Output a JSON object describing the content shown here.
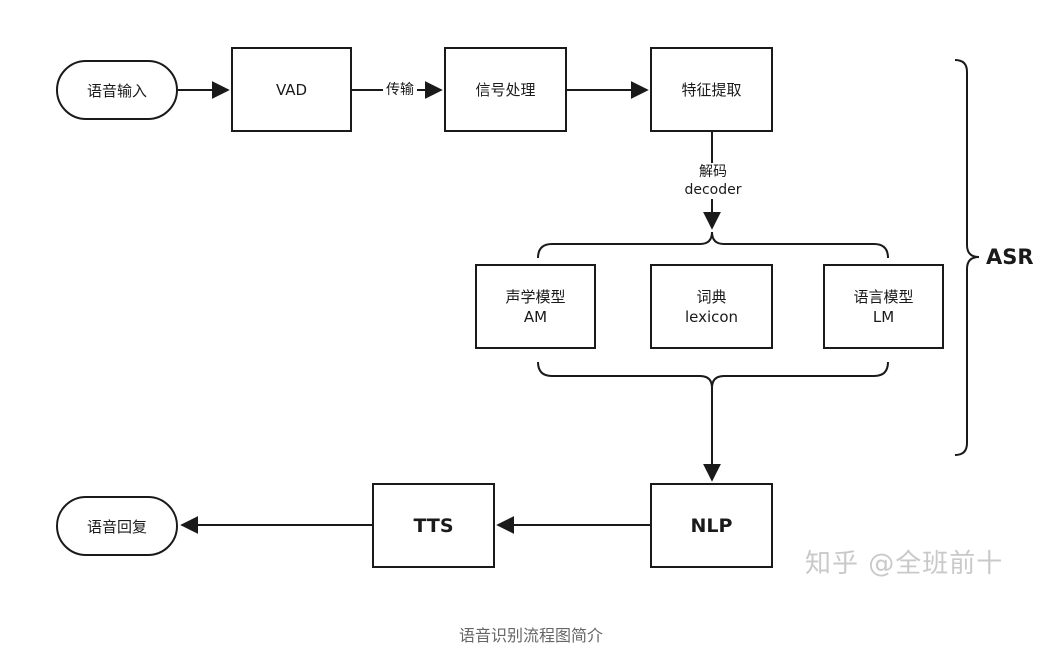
{
  "nodes": {
    "speech_input": "语音输入",
    "vad": "VAD",
    "signal_processing": "信号处理",
    "feature_extraction": "特征提取",
    "acoustic_model": {
      "line1": "声学模型",
      "line2": "AM"
    },
    "lexicon": {
      "line1": "词典",
      "line2": "lexicon"
    },
    "language_model": {
      "line1": "语言模型",
      "line2": "LM"
    },
    "nlp": "NLP",
    "tts": "TTS",
    "speech_reply": "语音回复"
  },
  "edges": {
    "transmit": "传输",
    "decode": {
      "line1": "解码",
      "line2": "decoder"
    }
  },
  "group_label": "ASR",
  "watermark": "知乎 @全班前十",
  "caption": "语音识别流程图简介",
  "colors": {
    "stroke": "#1a1a1a",
    "caption": "#666666",
    "watermark": "#c9c9c9"
  }
}
